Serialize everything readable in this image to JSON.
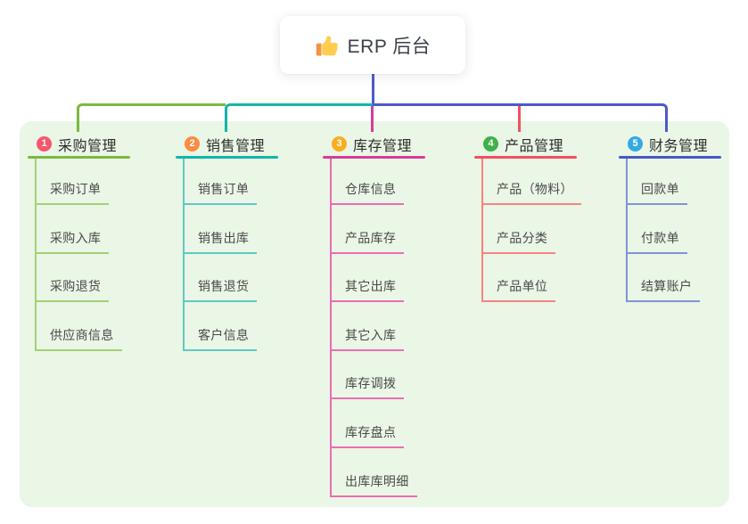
{
  "root": {
    "icon": "thumbs-up-icon",
    "title": "ERP 后台"
  },
  "colors": {
    "canvas_bg": "#ffffff",
    "panel_bg": "#eaf6e6",
    "root_line": "#4c5ace"
  },
  "branches": [
    {
      "badge": "1",
      "label": "采购管理",
      "badge_color": "#f5576c",
      "line_color": "#7cb93e",
      "child_line_color": "#a4d077",
      "children": [
        "采购订单",
        "采购入库",
        "采购退货",
        "供应商信息"
      ]
    },
    {
      "badge": "2",
      "label": "销售管理",
      "badge_color": "#fb8b42",
      "line_color": "#12b5aa",
      "child_line_color": "#5ecac1",
      "children": [
        "销售订单",
        "销售出库",
        "销售退货",
        "客户信息"
      ]
    },
    {
      "badge": "3",
      "label": "库存管理",
      "badge_color": "#f9ad21",
      "line_color": "#d63d98",
      "child_line_color": "#ee6db1",
      "children": [
        "仓库信息",
        "产品库存",
        "其它出库",
        "其它入库",
        "库存调拨",
        "库存盘点",
        "出库库明细"
      ]
    },
    {
      "badge": "4",
      "label": "产品管理",
      "badge_color": "#3fb14a",
      "line_color": "#f54f5e",
      "child_line_color": "#f8837f",
      "children": [
        "产品（物料）",
        "产品分类",
        "产品单位"
      ]
    },
    {
      "badge": "5",
      "label": "财务管理",
      "badge_color": "#35a9e2",
      "line_color": "#4459c7",
      "child_line_color": "#8292d6",
      "children": [
        "回款单",
        "付款单",
        "结算账户"
      ]
    }
  ]
}
